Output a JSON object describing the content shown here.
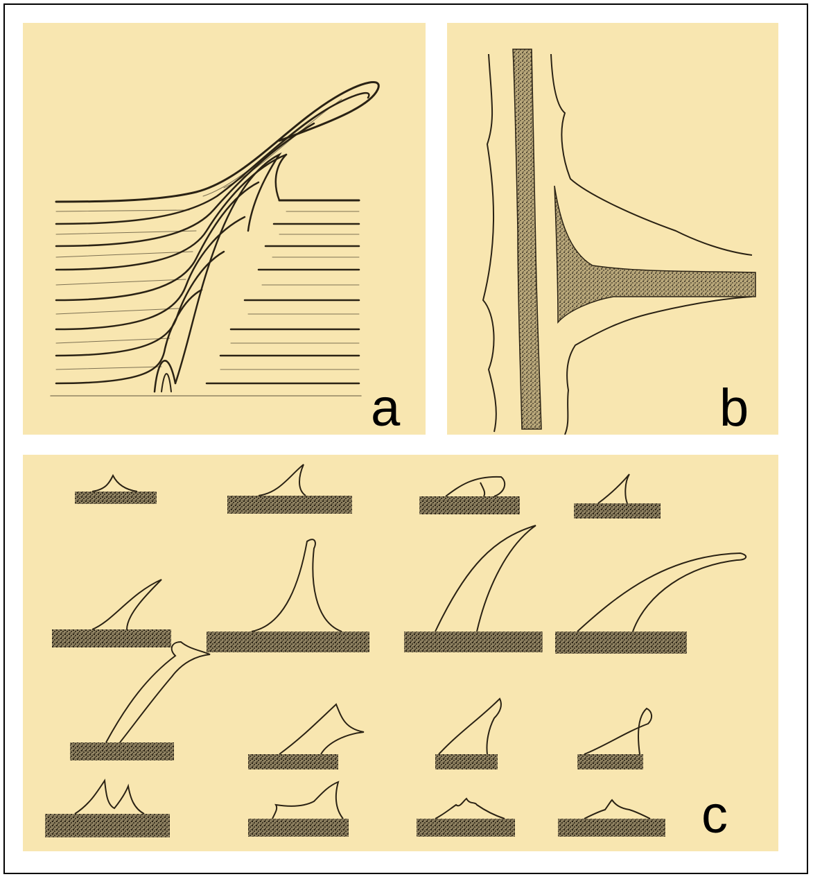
{
  "figure": {
    "panels": [
      {
        "letter": "a",
        "icon": "folded-layers-illustration"
      },
      {
        "letter": "b",
        "icon": "branching-channel-illustration"
      },
      {
        "letter": "c",
        "icon": "spine-shape-grid-illustration"
      }
    ],
    "colors": {
      "panel_background": "#f8e6b0",
      "ink": "#2a2214",
      "stipple": "#3a3222",
      "frame": "#000000"
    }
  }
}
